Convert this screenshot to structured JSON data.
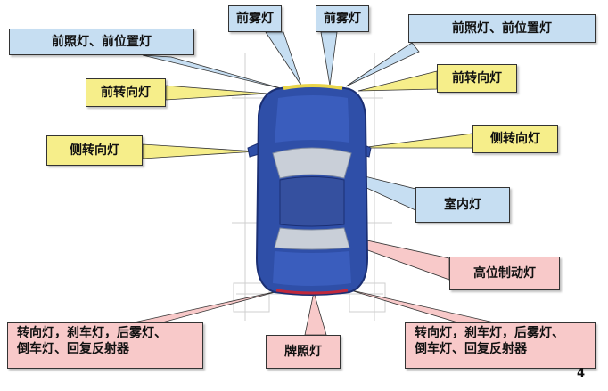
{
  "colors": {
    "blue_callout": "#c6def2",
    "yellow_callout": "#f6ee8a",
    "red_callout": "#f8c9c9",
    "car_body": "#2f4fa8",
    "car_dark": "#1b2f73"
  },
  "labels": {
    "top_fog_left": "前雾灯",
    "top_fog_right": "前雾灯",
    "head_left": "前照灯、前位置灯",
    "head_right": "前照灯、前位置灯",
    "front_turn_left": "前转向灯",
    "front_turn_right": "前转向灯",
    "side_turn_left": "侧转向灯",
    "side_turn_right": "侧转向灯",
    "interior": "室内灯",
    "high_brake": "高位制动灯",
    "rear_left": [
      "转向灯，刹车灯，后雾灯、",
      "倒车灯、回复反射器"
    ],
    "plate": "牌照灯",
    "rear_right": [
      "转向灯，刹车灯，后雾灯、",
      "倒车灯、回复反射器"
    ]
  },
  "page_number": "4"
}
